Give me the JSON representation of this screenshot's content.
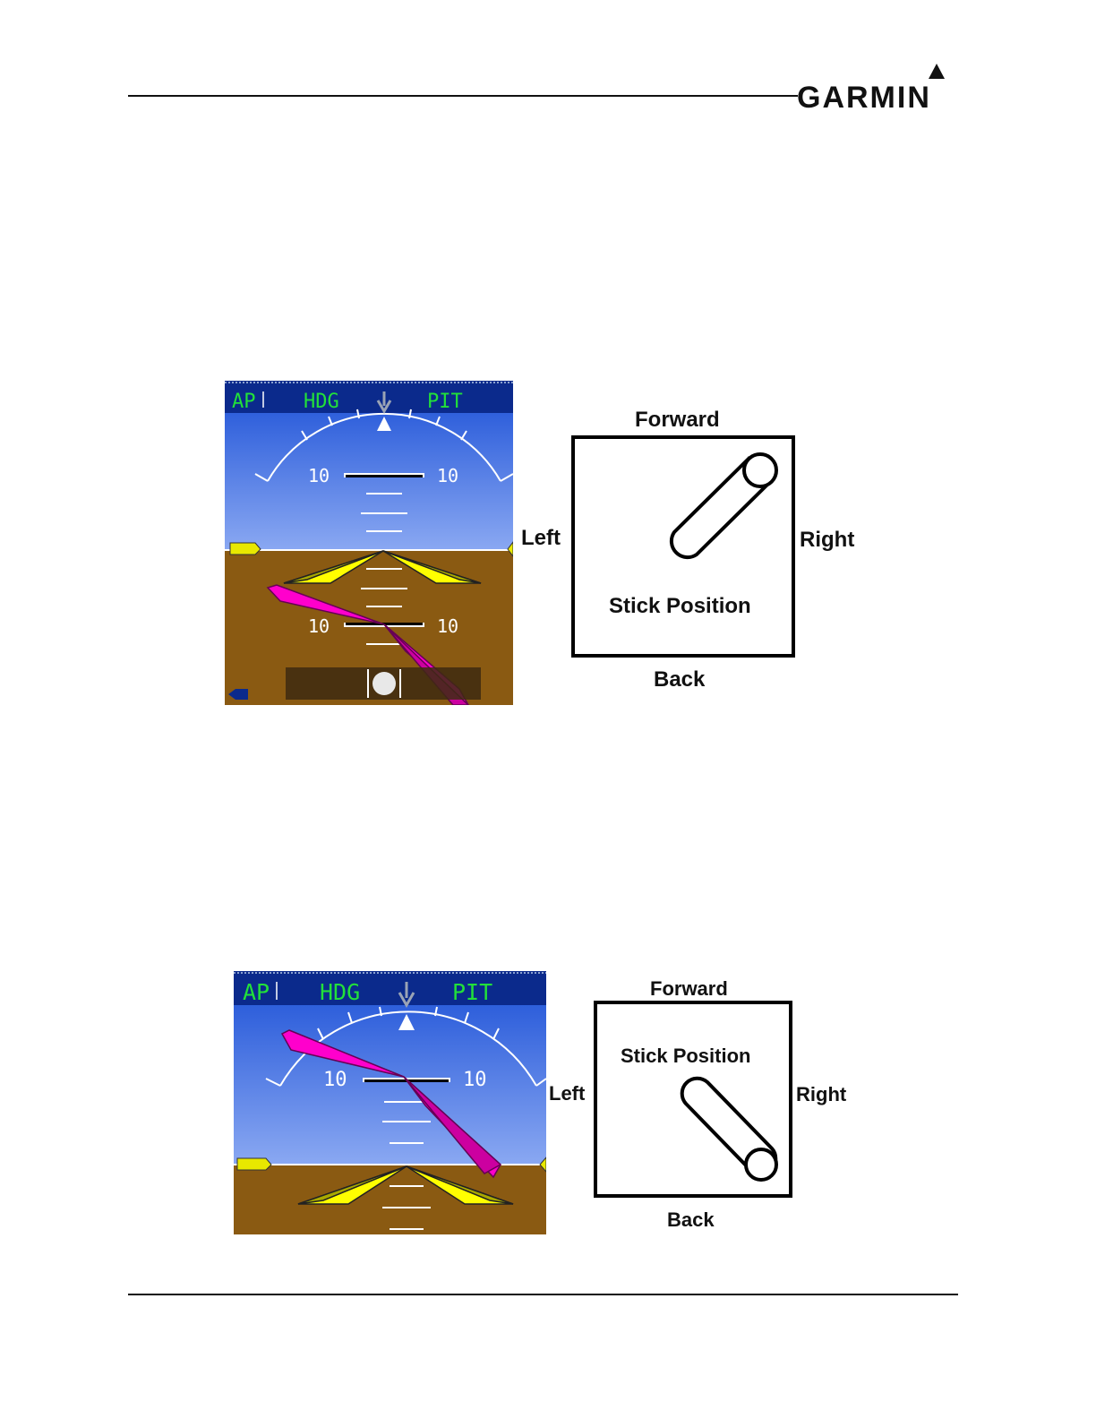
{
  "header": {
    "brand": "GARMIN"
  },
  "figures": [
    {
      "pfd": {
        "annunciators": [
          "AP",
          "HDG",
          "PIT"
        ],
        "pitch_labels": [
          "10",
          "10",
          "10",
          "10"
        ]
      },
      "stick": {
        "forward": "Forward",
        "back": "Back",
        "left": "Left",
        "right": "Right",
        "caption": "Stick Position"
      }
    },
    {
      "pfd": {
        "annunciators": [
          "AP",
          "HDG",
          "PIT"
        ],
        "pitch_labels": [
          "10",
          "10"
        ]
      },
      "stick": {
        "forward": "Forward",
        "back": "Back",
        "left": "Left",
        "right": "Right",
        "caption": "Stick Position"
      }
    }
  ],
  "colors": {
    "sky_top": "#1a4fd6",
    "sky_bottom": "#7fa2f0",
    "ground": "#8a5a12",
    "annunciator_bar": "#0b2a8c",
    "annunciator_text": "#22e03a",
    "flight_director": "#ff00cc",
    "aircraft_symbol": "#ffff00"
  }
}
